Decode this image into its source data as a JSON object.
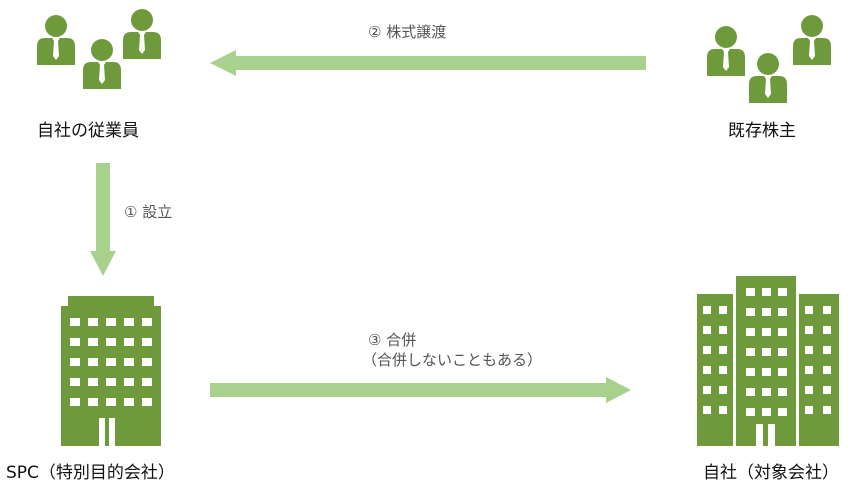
{
  "colors": {
    "icon": "#6e9a3c",
    "arrow": "#a9d18e",
    "window": "#ffffff"
  },
  "nodes": {
    "employees": {
      "label": "自社の従業員",
      "icon": "people-group-icon"
    },
    "shareholders": {
      "label": "既存株主",
      "icon": "people-group-icon"
    },
    "spc": {
      "label": "SPC（特別目的会社）",
      "icon": "office-building-icon"
    },
    "company": {
      "label": "自社（対象会社）",
      "icon": "office-building-icon"
    }
  },
  "edges": {
    "step1": {
      "label": "①  設立",
      "from": "employees",
      "to": "spc"
    },
    "step2": {
      "label": "②  株式譲渡",
      "from": "shareholders",
      "to": "employees"
    },
    "step3": {
      "label": "③  合併",
      "note": "（合併しないこともある）",
      "from": "spc",
      "to": "company"
    }
  }
}
